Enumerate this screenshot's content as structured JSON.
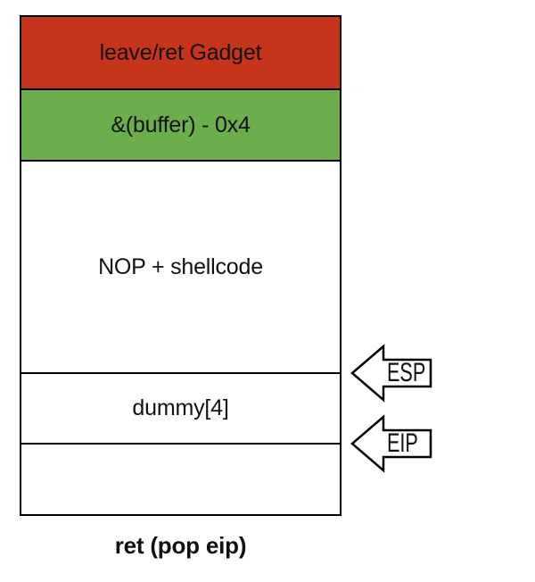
{
  "canvas": {
    "background": "#ffffff",
    "border_color": "#000000",
    "text_color": "#111111"
  },
  "stack": {
    "rows": [
      {
        "id": "leave-ret-gadget",
        "label": "leave/ret Gadget",
        "bg": "#c5341b"
      },
      {
        "id": "buffer-address",
        "label": "&(buffer) - 0x4",
        "bg": "#6cae4b"
      },
      {
        "id": "nop-shellcode",
        "label": "NOP + shellcode",
        "bg": "#ffffff"
      },
      {
        "id": "dummy",
        "label": "dummy[4]",
        "bg": "#ffffff"
      },
      {
        "id": "empty",
        "label": "",
        "bg": "#ffffff"
      }
    ],
    "caption": "ret (pop eip)"
  },
  "pointers": [
    {
      "id": "esp",
      "label": "ESP"
    },
    {
      "id": "eip",
      "label": "EIP"
    }
  ]
}
